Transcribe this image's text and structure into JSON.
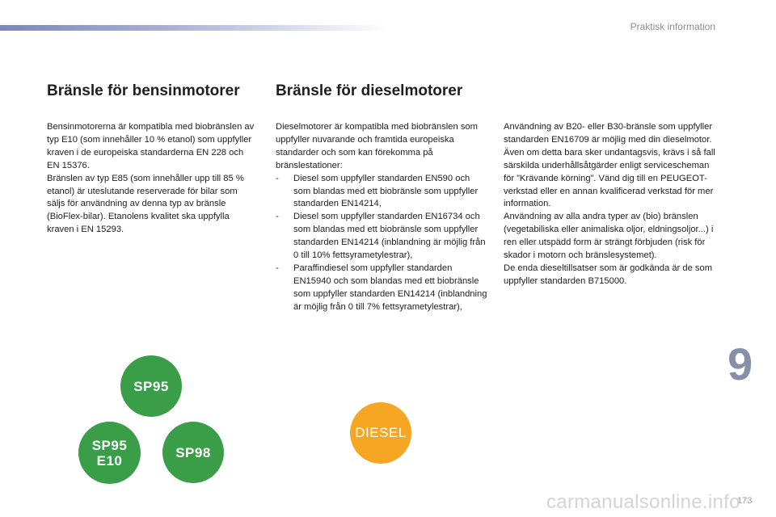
{
  "header": {
    "section": "Praktisk information"
  },
  "petrol": {
    "title": "Bränsle för bensinmotorer",
    "paragraphs": [
      "Bensinmotorerna är kompatibla med biobränslen av typ E10 (som innehåller 10 % etanol) som uppfyller kraven i de europeiska standarderna EN 228 och EN 15376.",
      "Bränslen av typ E85 (som innehåller upp till 85 % etanol) är uteslutande reserverade för bilar som säljs för användning av denna typ av bränsle (BioFlex-bilar). Etanolens kvalitet ska uppfylla kraven i EN 15293."
    ]
  },
  "diesel": {
    "title": "Bränsle för dieselmotorer",
    "intro": "Dieselmotorer är kompatibla med biobränslen som uppfyller nuvarande och framtida europeiska standarder och som kan förekomma på bränslestationer:",
    "dash": "-",
    "list": [
      "Diesel som uppfyller standarden EN590 och som blandas med ett biobränsle som uppfyller standarden EN14214,",
      "Diesel som uppfyller standarden EN16734 och som blandas med ett biobränsle som uppfyller standarden EN14214 (inblandning är möjlig från 0 till 10% fettsyrametylestrar),",
      "Paraffindiesel som uppfyller standarden EN15940 och som blandas med ett biobränsle som uppfyller standarden EN14214 (inblandning är möjlig från 0 till 7% fettsyrametylestrar),"
    ],
    "right_paragraphs": [
      "Användning av B20- eller B30-bränsle som uppfyller standarden EN16709 är möjlig med din dieselmotor. Även om detta bara sker undantagsvis, krävs i så fall särskilda underhållsåtgärder enligt servicescheman för ”Krävande körning”. Vänd dig till en PEUGEOT-verkstad eller en annan kvalificerad verkstad för mer information.",
      "Användning av alla andra typer av (bio) bränslen (vegetabiliska eller animaliska oljor, eldningsoljor...) i ren eller utspädd form är strängt förbjuden (risk för skador i motorn och bränslesystemet).",
      "De enda dieseltillsatser som är godkända är de som uppfyller standarden B715000."
    ]
  },
  "fuel_labels": {
    "sp95": "SP95",
    "sp95_e10_line1": "SP95",
    "sp95_e10_line2": "E10",
    "sp98": "SP98",
    "diesel": "DIESEL"
  },
  "colors": {
    "green": "#3a9e49",
    "orange": "#f5a623",
    "chapter": "#8a8fa8"
  },
  "chapter_number": "9",
  "page_number": "173",
  "watermark": "carmanualsonline.info"
}
